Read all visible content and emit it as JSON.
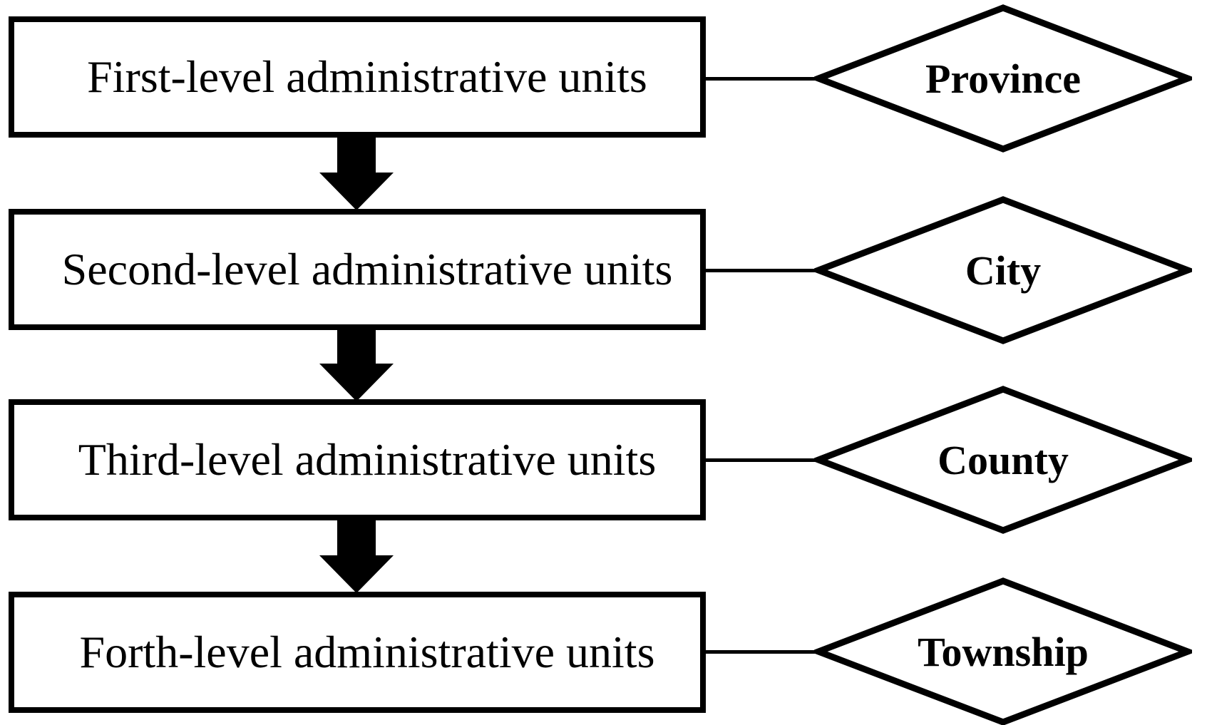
{
  "diagram": {
    "description": "Administrative units hierarchy flowchart",
    "rows": [
      {
        "box": "First-level administrative units",
        "diamond": "Province"
      },
      {
        "box": "Second-level administrative units",
        "diamond": "City"
      },
      {
        "box": "Third-level administrative units",
        "diamond": "County"
      },
      {
        "box": "Forth-level administrative units",
        "diamond": "Township"
      }
    ],
    "icons": {
      "flow_arrow": "down-arrow"
    },
    "colors": {
      "line": "#000000",
      "background": "#ffffff",
      "text": "#000000"
    }
  }
}
